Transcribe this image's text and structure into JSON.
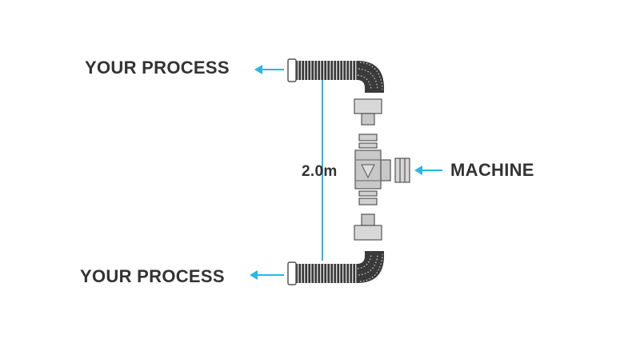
{
  "labels": {
    "top_process": "YOUR PROCESS",
    "bottom_process": "YOUR PROCESS",
    "machine": "MACHINE",
    "hose_length": "2.0m"
  },
  "colors": {
    "text": "#333333",
    "arrow": "#29b6e8",
    "hose": "#2b2b2b",
    "fitting": "#c8c8c8",
    "outline": "#555555"
  },
  "icons": {
    "arrow": "arrow-left-icon",
    "hose": "corrugated-hose-icon",
    "fitting": "t-junction-fitting-icon"
  }
}
